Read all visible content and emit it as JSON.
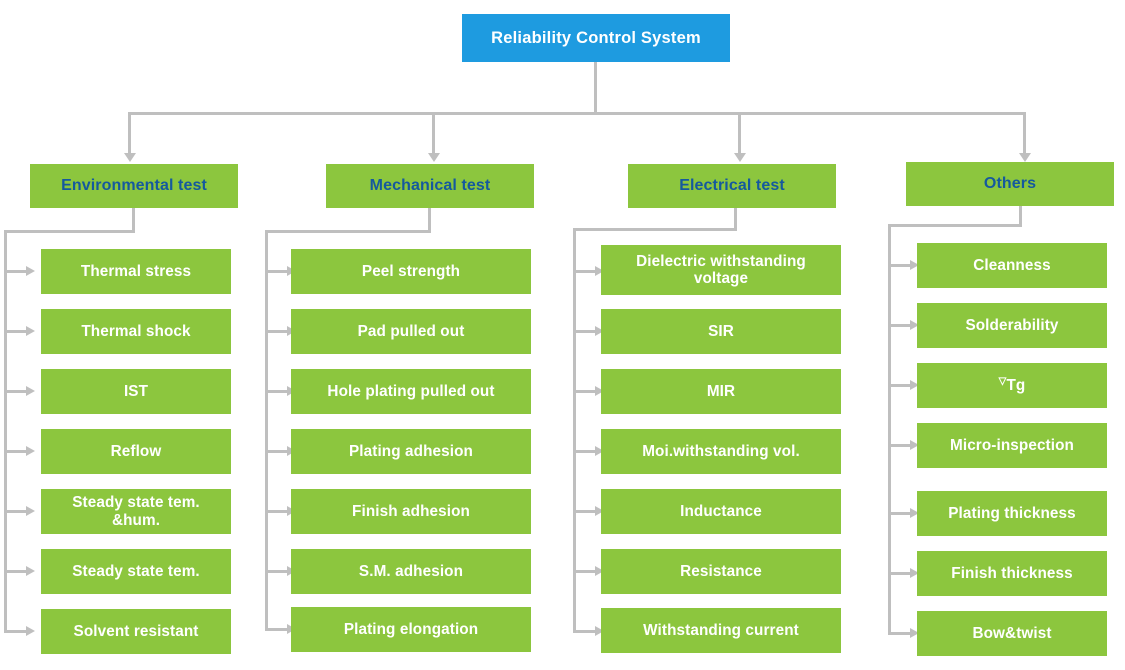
{
  "diagram": {
    "title": "Reliability Control System",
    "root": {
      "label": "Reliability Control System"
    },
    "colors": {
      "root_fill": "#1E9BE0",
      "node_fill": "#8CC63E",
      "category_text": "#15599E",
      "leaf_text": "#FFFFFF",
      "connector": "#BFBFBF",
      "background": "#FFFFFF"
    },
    "columns": [
      {
        "header": "Environmental test",
        "items": [
          "Thermal stress",
          "Thermal shock",
          "IST",
          "Reflow",
          "Steady state tem. &hum.",
          "Steady state tem.",
          "Solvent resistant"
        ]
      },
      {
        "header": "Mechanical test",
        "items": [
          "Peel strength",
          "Pad pulled out",
          "Hole plating pulled out",
          "Plating adhesion",
          "Finish adhesion",
          "S.M. adhesion",
          "Plating elongation"
        ]
      },
      {
        "header": "Electrical test",
        "items": [
          "Dielectric withstanding voltage",
          "SIR",
          "MIR",
          "Moi.withstanding vol.",
          "Inductance",
          "Resistance",
          "Withstanding current"
        ]
      },
      {
        "header": "Others",
        "items": [
          "Cleanness",
          "Solderability",
          "▽Tg",
          "Micro-inspection",
          "Plating thickness",
          "Finish thickness",
          "Bow&twist"
        ]
      }
    ]
  }
}
